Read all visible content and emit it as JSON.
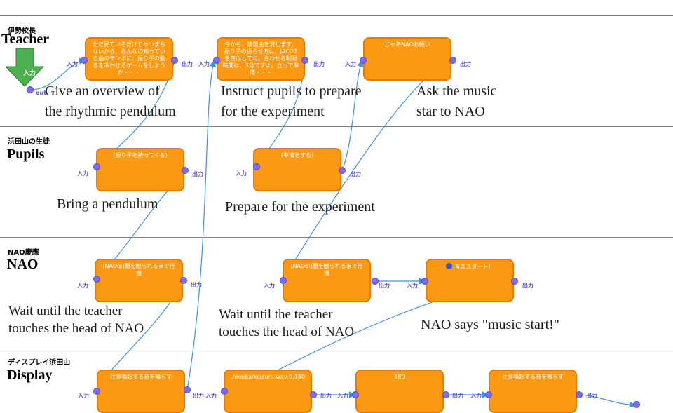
{
  "lanes": [
    {
      "name_jp": "伊勢校長",
      "name_en": "Teacher"
    },
    {
      "name_jp": "浜田山の生徒",
      "name_en": "Pupils"
    },
    {
      "name_jp": "NAO慶應",
      "name_en": "NAO"
    },
    {
      "name_jp": "ディスプレイ浜田山",
      "name_en": "Display"
    }
  ],
  "ports": {
    "input": "入力",
    "output": "出力",
    "out_short": "out"
  },
  "start": {
    "label": "入力"
  },
  "nodes": {
    "teacher_overview": "ただ見ているだけじゃつまらないから、みんなの知っている曲のテンポに、振り子の動きをあわせるゲームをしようか・・・",
    "teacher_prepare": "今から、課題曲を流します。振り子の振らせ方は、JACO2を真似してね。合わせる制限時間は、3分ですよ。立って準備・・・",
    "teacher_ask": "じゃあNAOお願い",
    "pupils_bring": "(振り子を持ってくる)",
    "pupils_prepare": "(準備をする)",
    "nao_wait1": "[NAOqi]頭を触られるまで待機",
    "nao_wait2": "[NAOqi]頭を触られるまで待機",
    "nao_music": "音楽スタート！",
    "display_alert1": "注意喚起する音を鳴らす",
    "display_media": "./media/koisuru.wav,0,180",
    "display_180": "180",
    "display_alert2": "注意喚起する音を鳴らす"
  },
  "captions": {
    "overview": "Give an overview of\nthe rhythmic pendulum",
    "instruct": "Instruct pupils to prepare\nfor the experiment",
    "ask": "Ask the music\nstar to NAO",
    "bring": "Bring a pendulum",
    "prepare": "Prepare for the experiment",
    "wait1": "Wait until the teacher\ntouches the head of NAO",
    "wait2": "Wait until the teacher\ntouches the head of NAO",
    "says": "NAO says \"music start!\""
  },
  "colors": {
    "node_fill": "#fb9a12",
    "node_border": "#e97a05",
    "port": "#7b6cf0",
    "wire": "#3c93df",
    "start_arrow": "#4caf50"
  }
}
